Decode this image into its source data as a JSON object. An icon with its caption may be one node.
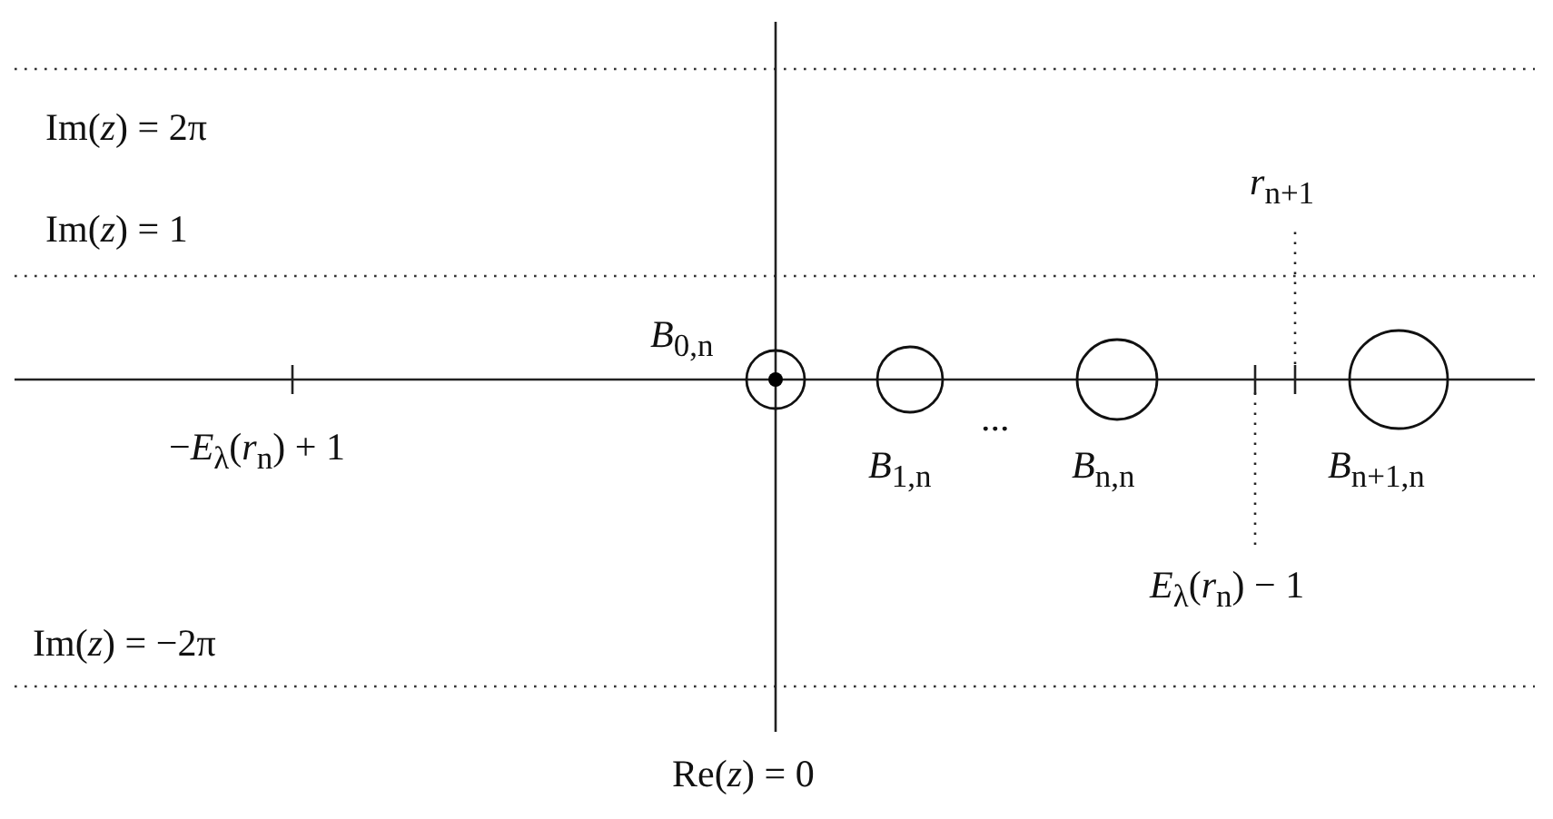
{
  "diagram": {
    "nodes": [
      {
        "text": [
          "*B*$_{0,n}$"
        ]
      },
      {
        "text": [
          "*B*$_{1,n}$"
        ]
      },
      {
        "text": [
          "*B*$_{n,n}$"
        ]
      },
      {
        "text": [
          "*B*$_{n+1,n}$"
        ]
      },
      {
        "text": [
          "*r*$_{n+1}$"
        ]
      },
      {
        "text": [
          "*E*$_{λ}$(*r*$_{n}$) − 1"
        ]
      }
    ],
    "edges": [
      {
        "from": 4,
        "to": null,
        "arrow": "none",
        "style": "dashed"
      },
      {
        "from": 5,
        "to": null,
        "arrow": "none",
        "style": "dashed"
      }
    ],
    "labels": [
      "Im(*z*) = 2π",
      "Im(*z*) = 1",
      "...",
      "−*E*$_{λ}$(*r*$_{n}$) + 1",
      "Im(*z*) = −2π",
      "Re(*z*) = 0"
    ]
  }
}
